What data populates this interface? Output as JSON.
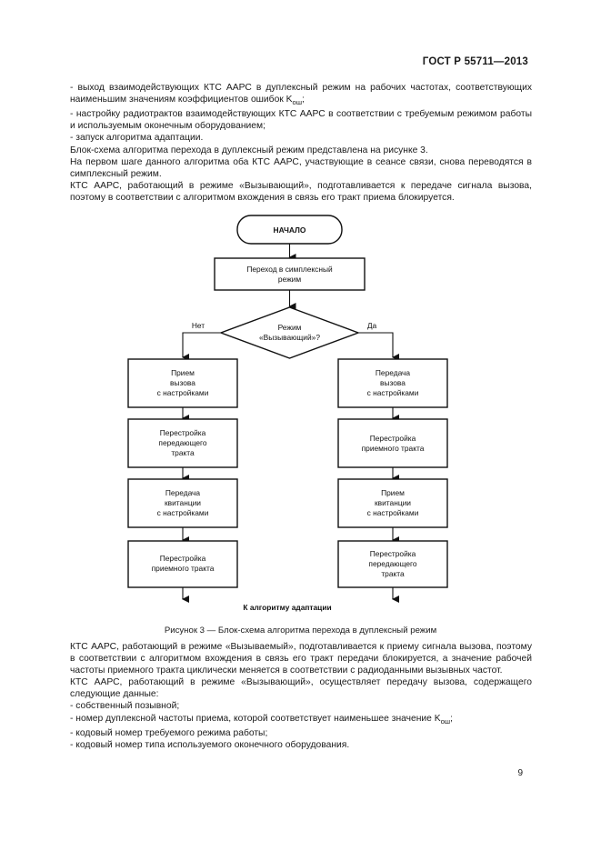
{
  "header": {
    "doc_id": "ГОСТ Р 55711—2013"
  },
  "top_paragraphs": [
    "- выход взаимодействующих КТС ААРС в дуплексный режим на рабочих частотах, соответствующих наименьшим значениям коэффициентов ошибок K",
    "- настройку радиотрактов взаимодействующих КТС ААРС в соответствии с требуемым режимом работы и используемым оконечным оборудованием;",
    "- запуск алгоритма адаптации.",
    "Блок-схема алгоритма перехода в дуплексный режим представлена на рисунке 3.",
    "На первом шаге данного алгоритма оба КТС ААРС, участвующие в сеансе связи, снова переводятся в симплексный режим.",
    "КТС ААРС, работающий в режиме «Вызывающий», подготавливается к передаче сигнала вызова, поэтому в соответствии с алгоритмом вхождения в связь его тракт приема блокируется."
  ],
  "coef_sub": "ош",
  "coef_tail": ";",
  "flowchart": {
    "start": "НАЧАЛО",
    "step1": [
      "Переход в симплексный",
      "режим"
    ],
    "decision": [
      "Режим",
      "«Вызывающий»?"
    ],
    "no_label": "Нет",
    "yes_label": "Да",
    "left": [
      [
        "Прием",
        "вызова",
        "с настройками"
      ],
      [
        "Перестройка",
        "передающего",
        "тракта"
      ],
      [
        "Передача",
        "квитанции",
        "с настройками"
      ],
      [
        "Перестройка",
        "приемного тракта"
      ]
    ],
    "right": [
      [
        "Передача",
        "вызова",
        "с настройками"
      ],
      [
        "Перестройка",
        "приемного тракта"
      ],
      [
        "Прием",
        "квитанции",
        "с настройками"
      ],
      [
        "Перестройка",
        "передающего",
        "тракта"
      ]
    ],
    "end_label": "К алгоритму адаптации"
  },
  "caption": "Рисунок 3 — Блок-схема алгоритма перехода в дуплексный режим",
  "bottom_paragraphs": [
    "КТС ААРС, работающий в режиме «Вызываемый», подготавливается к приему сигнала вызова, поэтому в соответствии с алгоритмом вхождения в связь его тракт передачи блокируется, а значение рабочей частоты приемного тракта циклически меняется в соответствии с радиоданными вызывных частот.",
    "КТС ААРС, работающий в режиме «Вызывающий», осуществляет передачу вызова, содержащего следующие данные:",
    "- собственный позывной;",
    "- номер дуплексной частоты приема, которой соответствует наименьшее значение K",
    "- кодовый номер требуемого режима работы;",
    "- кодовый номер типа используемого оконечного оборудования."
  ],
  "page_number": "9"
}
